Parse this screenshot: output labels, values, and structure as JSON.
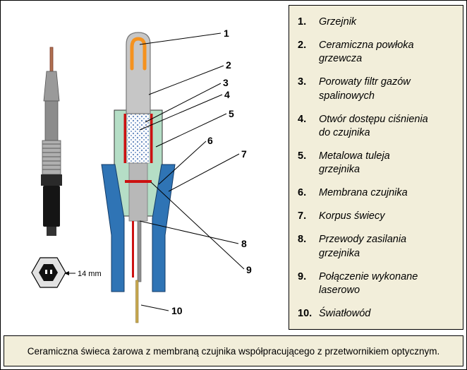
{
  "colors": {
    "panel_bg": "#f2eeda",
    "body_blue": "#2f74b5",
    "sleeve_green": "#b5dec6",
    "heater_orange": "#f5921e",
    "signal_red": "#cc1111",
    "fiber_tan": "#c9a94f",
    "ceramic_gray": "#c6c6c6"
  },
  "legend": {
    "items": [
      {
        "num": "1.",
        "label": "Grzejnik"
      },
      {
        "num": "2.",
        "label": "Ceramiczna powłoka grzewcza"
      },
      {
        "num": "3.",
        "label": "Porowaty filtr gazów spalinowych"
      },
      {
        "num": "4.",
        "label": "Otwór dostępu ciśnienia do czujnika"
      },
      {
        "num": "5.",
        "label": "Metalowa tuleja grzejnika"
      },
      {
        "num": "6.",
        "label": "Membrana czujnika"
      },
      {
        "num": "7.",
        "label": "Korpus świecy"
      },
      {
        "num": "8.",
        "label": "Przewody zasilania grzejnika"
      },
      {
        "num": "9.",
        "label": "Połączenie wykonane laserowo"
      },
      {
        "num": "10.",
        "label": "Światłowód"
      }
    ]
  },
  "diagram": {
    "callouts": [
      "1",
      "2",
      "3",
      "4",
      "5",
      "6",
      "7",
      "8",
      "9",
      "10"
    ],
    "size_label": "14 mm"
  },
  "caption": {
    "text": "Ceramiczna świeca żarowa z membraną czujnika współpracującego z przetwornikiem optycznym."
  }
}
